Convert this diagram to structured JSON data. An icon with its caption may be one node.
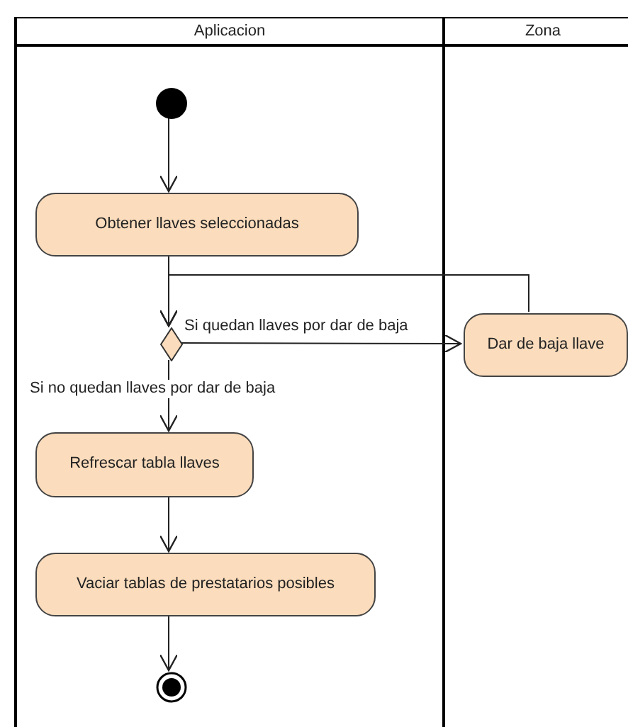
{
  "diagram": {
    "nodes": [
      {
        "text": [
          "Aplicacion"
        ]
      },
      {
        "text": [
          "Zona"
        ]
      },
      {
        "text": [],
        "shape": "circle",
        "in": 0
      },
      {
        "text": [
          "Obtener llaves seleccionadas"
        ],
        "in": 0
      },
      {
        "text": [],
        "shape": "diamond",
        "in": 0
      },
      {
        "text": [
          "Dar de baja llave"
        ],
        "in": 1
      },
      {
        "text": [
          "Refrescar tabla llaves"
        ],
        "in": 0
      },
      {
        "text": [
          "Vaciar tablas de prestatarios posibles"
        ],
        "in": 0
      },
      {
        "text": [],
        "shape": "circle",
        "in": 0
      }
    ],
    "edges": [
      {
        "from": 2,
        "to": 3,
        "arrow": "to"
      },
      {
        "from": 3,
        "to": 4,
        "arrow": "to"
      },
      {
        "from": 4,
        "to": 5,
        "arrow": "to",
        "label": "Si quedan llaves por dar de baja"
      },
      {
        "from": 5,
        "to": 4,
        "arrow": "to"
      },
      {
        "from": 4,
        "to": 6,
        "arrow": "to",
        "label": "Si no quedan llaves por dar de baja"
      },
      {
        "from": 6,
        "to": 7,
        "arrow": "to"
      },
      {
        "from": 7,
        "to": 8,
        "arrow": "to"
      }
    ]
  }
}
